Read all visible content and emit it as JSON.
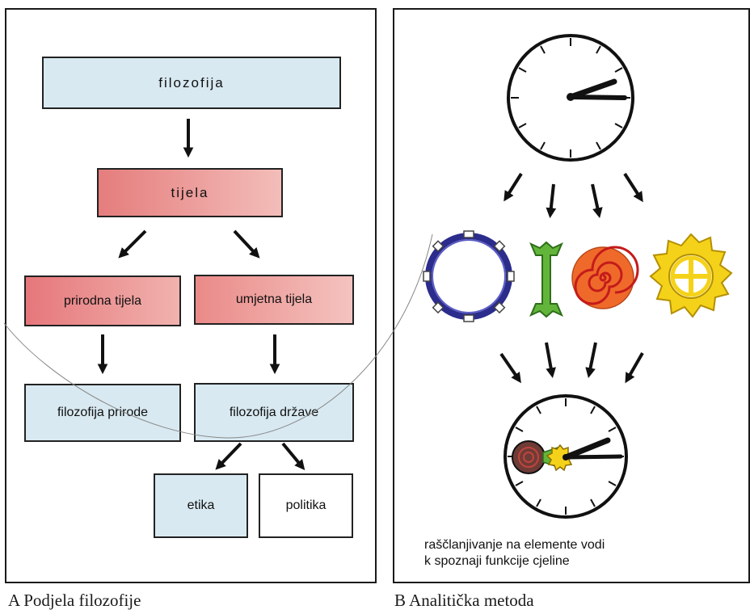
{
  "panel_a": {
    "caption": "A Podjela filozofije",
    "boxes": {
      "filozofija": "filozofija",
      "tijela": "tijela",
      "prirodna_tijela": "prirodna tijela",
      "umjetna_tijela": "umjetna tijela",
      "filozofija_prirode": "filozofija prirode",
      "filozofija_drzave": "filozofija države",
      "etika": "etika",
      "politika": "politika"
    }
  },
  "panel_b": {
    "caption": "B Analitička metoda",
    "description_line1": "raščlanjivanje na elemente vodi",
    "description_line2": "k spoznaji funkcije cjeline",
    "icons": [
      "clock-icon",
      "ring-icon",
      "bone-lever-icon",
      "spiral-icon",
      "sun-wheel-icon",
      "assembled-clock-icon"
    ]
  },
  "colors": {
    "box_blue": "#d8e9f1",
    "box_pink_dark": "#e57d7d",
    "box_pink_light": "#f3bdb9",
    "ring_blue": "#2b2c8c",
    "lever_green": "#62b53a",
    "spiral_orange": "#ef6a2a",
    "spiral_red": "#c51b1b",
    "sun_yellow": "#f5d21a"
  }
}
